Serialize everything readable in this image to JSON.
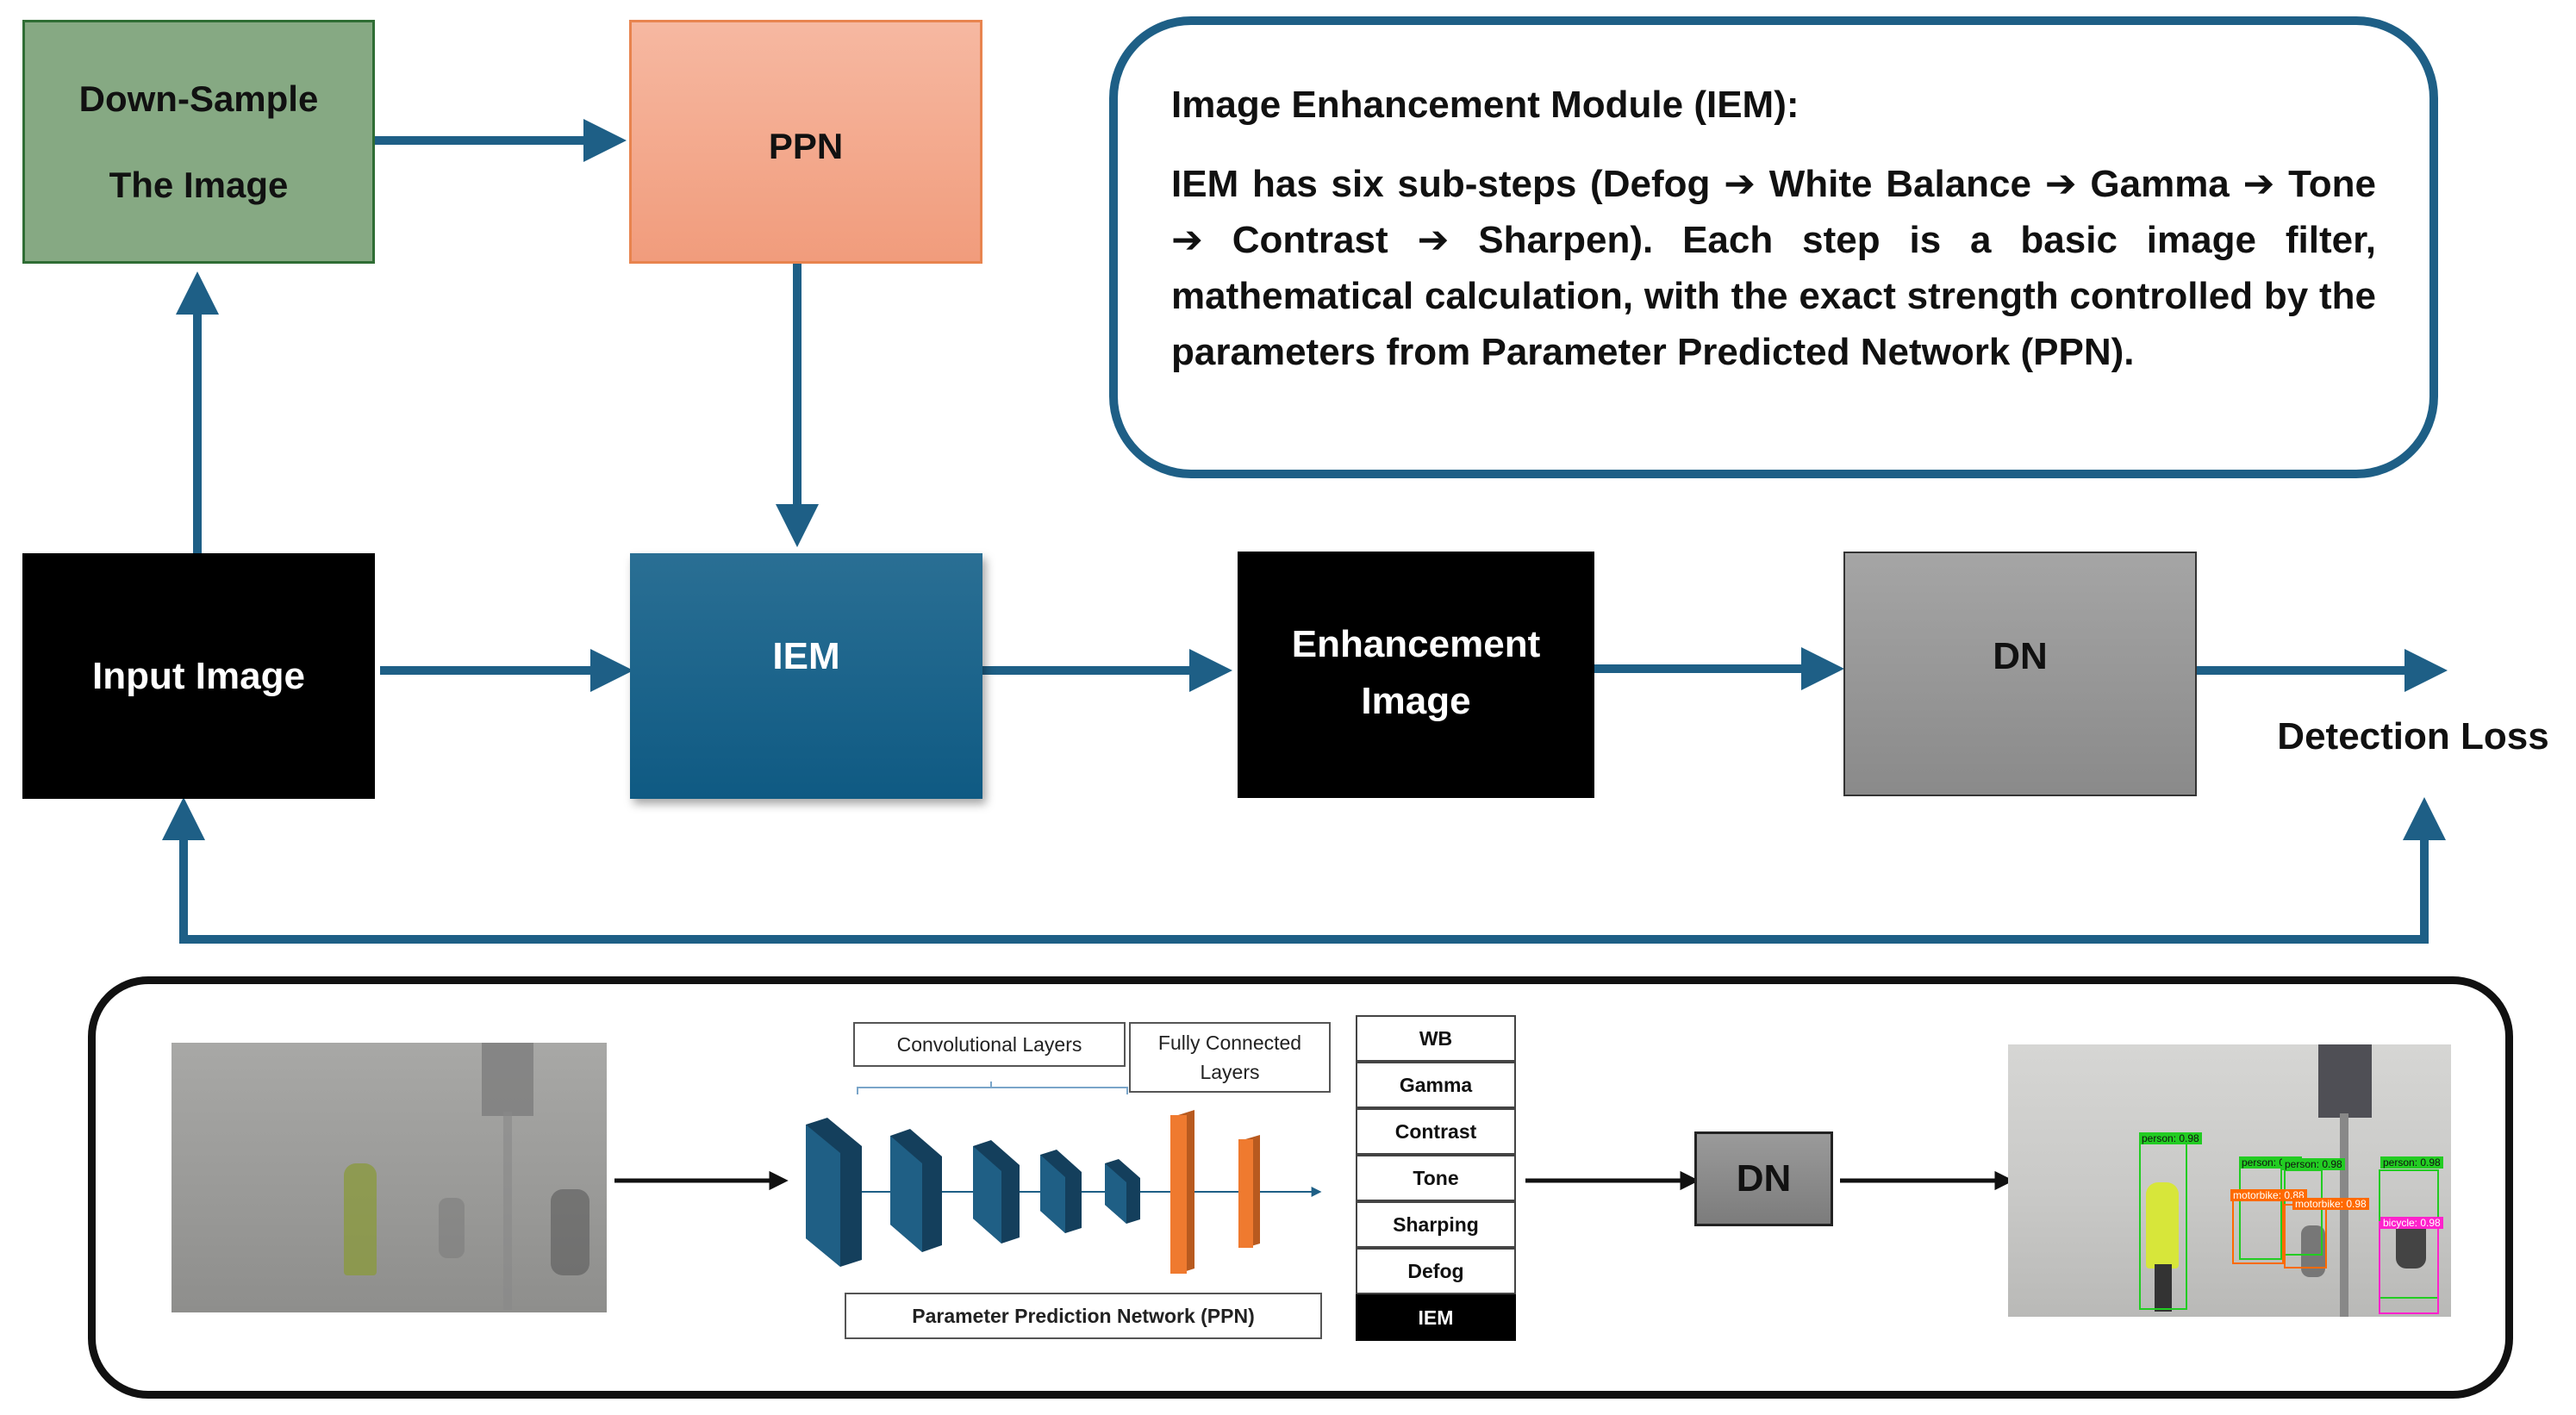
{
  "nodes": {
    "downsample": {
      "line1": "Down-Sample",
      "line2": "The Image"
    },
    "ppn": "PPN",
    "input": "Input Image",
    "iem": "IEM",
    "enhancement": {
      "line1": "Enhancement",
      "line2": "Image"
    },
    "dn": "DN",
    "loss": "Detection Loss"
  },
  "description": {
    "title": "Image Enhancement Module (IEM):",
    "body": "IEM has six sub-steps (Defog ➔ White Balance ➔ Gamma ➔ Tone ➔ Contrast ➔ Sharpen). Each step is a basic image filter, mathematical calculation, with the exact strength controlled by the parameters from Parameter Predicted Network (PPN)."
  },
  "detail": {
    "conv_label": "Convolutional Layers",
    "fc_label": "Fully Connected Layers",
    "ppn_label": "Parameter Prediction Network (PPN)",
    "iem_steps": [
      "WB",
      "Gamma",
      "Contrast",
      "Tone",
      "Sharping",
      "Defog",
      "IEM"
    ],
    "dn": "DN",
    "detections": [
      {
        "label": "person: 0.98",
        "color": "#22cc22"
      },
      {
        "label": "person: 0.97",
        "color": "#22cc22"
      },
      {
        "label": "person: 0.98",
        "color": "#22cc22"
      },
      {
        "label": "person: 0.98",
        "color": "#22cc22"
      },
      {
        "label": "motorbike: 0.88",
        "color": "#ff6a00"
      },
      {
        "label": "motorbike: 0.98",
        "color": "#ff6a00"
      },
      {
        "label": "bicycle: 0.98",
        "color": "#ff22cc"
      }
    ]
  },
  "colors": {
    "arrow": "#1e5f86",
    "downsample_fill": "#86a983",
    "ppn_fill": "#f4a98c",
    "iem_fill": "#175f86",
    "dn_fill": "#8c8c8c",
    "layer_blue": "#1f5f85",
    "layer_orange": "#ef7a2f"
  }
}
